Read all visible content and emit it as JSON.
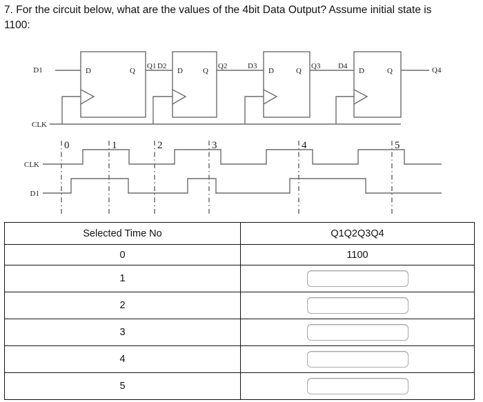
{
  "question": {
    "text": "7. For the circuit below, what are the values of the 4bit Data Output? Assume initial state is 1100:",
    "number": "7",
    "initial_state": "1100"
  },
  "circuit": {
    "type": "4-stage D flip-flop shift register",
    "clock_label": "CLK",
    "input_label": "D1",
    "output_label": "Q4",
    "flipflops": [
      {
        "d_pin": "D",
        "q_pin": "Q",
        "d_net": "D1",
        "q_net": "Q1"
      },
      {
        "d_pin": "D",
        "q_pin": "Q",
        "d_net": "D2",
        "q_net": "Q2"
      },
      {
        "d_pin": "D",
        "q_pin": "Q",
        "d_net": "D3",
        "q_net": "Q3"
      },
      {
        "d_pin": "D",
        "q_pin": "Q",
        "d_net": "D4",
        "q_net": "Q4"
      }
    ]
  },
  "timing": {
    "clk_label": "CLK",
    "d1_label": "D1",
    "tick_labels": [
      "0",
      "1",
      "2",
      "3",
      "4",
      "5"
    ],
    "signals": [
      {
        "name": "CLK",
        "description": "square wave, rising edges midway between markers"
      },
      {
        "name": "D1",
        "description": "data waveform: high, low, short high, low, long high, low"
      }
    ]
  },
  "table": {
    "headers": [
      "Selected Time No",
      "Q1Q2Q3Q4"
    ],
    "rows": [
      {
        "time": "0",
        "value": "1100",
        "input": false
      },
      {
        "time": "1",
        "value": "",
        "input": true
      },
      {
        "time": "2",
        "value": "",
        "input": true
      },
      {
        "time": "3",
        "value": "",
        "input": true
      },
      {
        "time": "4",
        "value": "",
        "input": true
      },
      {
        "time": "5",
        "value": "",
        "input": true
      }
    ]
  },
  "colors": {
    "ink": "#1a1a1a",
    "line": "#6b6b6b",
    "table_border": "#111111",
    "box_border": "#a8a8a8",
    "background": "#ffffff"
  }
}
